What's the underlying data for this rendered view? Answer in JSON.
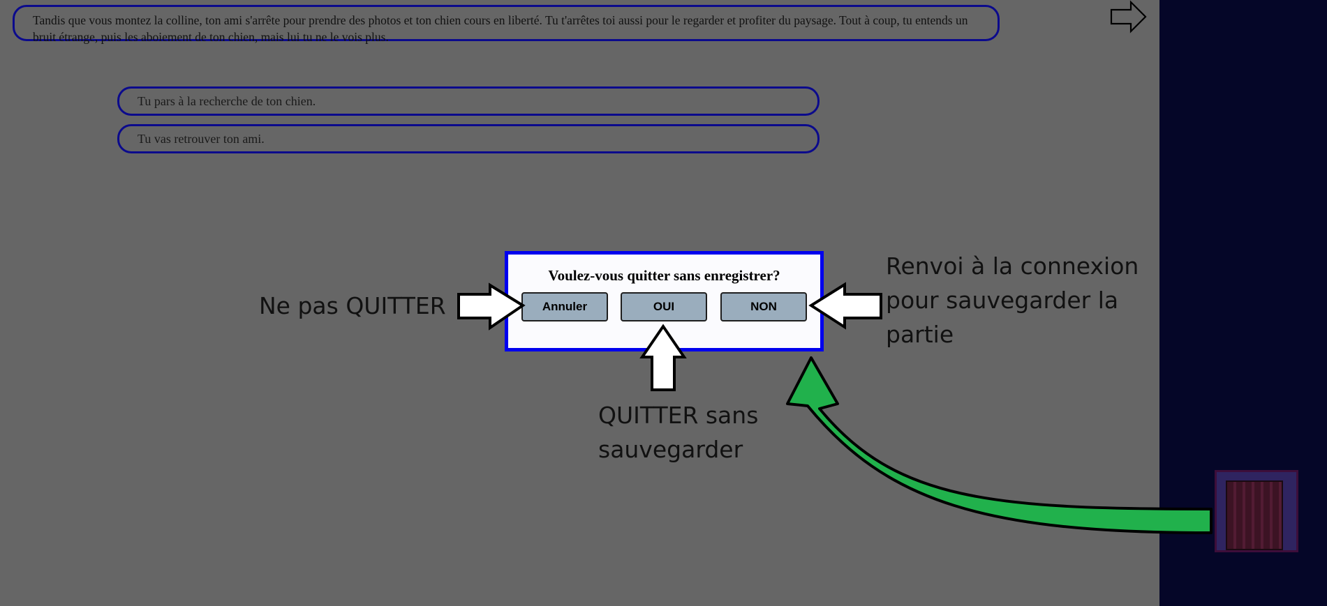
{
  "story": {
    "text": "Tandis que vous montez la colline, ton ami s'arrête pour prendre des photos et ton chien cours en liberté. Tu t'arrêtes toi aussi pour le regarder et profiter du paysage. Tout à coup, tu entends un bruit étrange, puis les aboiement de ton chien, mais lui tu ne le vois plus."
  },
  "next_icon": "arrow-right-outline-icon",
  "choices": [
    {
      "label": "Tu pars à la recherche de ton chien."
    },
    {
      "label": "Tu vas retrouver ton ami."
    }
  ],
  "dialog": {
    "title": "Voulez-vous quitter sans enregistrer?",
    "buttons": {
      "cancel": "Annuler",
      "yes": "OUI",
      "no": "NON"
    }
  },
  "annotations": {
    "cancel_note": "Ne pas QUITTER",
    "yes_note_line1": "QUITTER sans",
    "yes_note_line2": "sauvegarder",
    "no_note_line1": "Renvoi à la connexion",
    "no_note_line2": "pour sauvegarder la",
    "no_note_line3": "partie"
  },
  "sidebar": {
    "exit_icon": "door-icon"
  },
  "colors": {
    "background": "#666666",
    "sidebar": "#050628",
    "border_accent": "#0b0a8c",
    "dialog_border": "#0000ee",
    "dialog_button": "#9aadbd",
    "arrow_green": "#21b14c"
  }
}
